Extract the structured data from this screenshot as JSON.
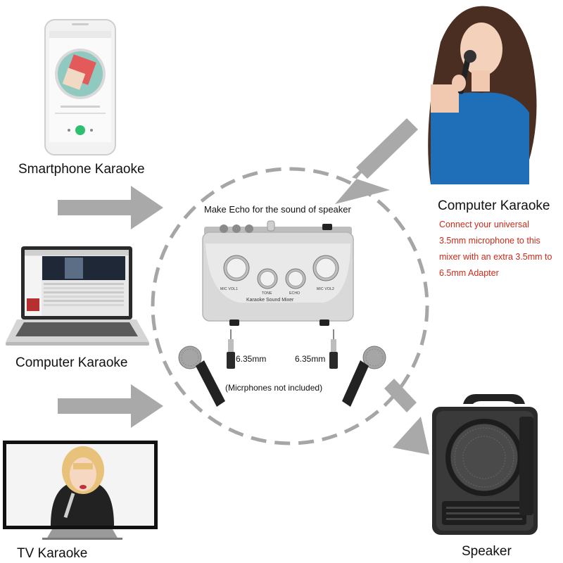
{
  "labels": {
    "smartphone": "Smartphone Karaoke",
    "computer_left": "Computer Karaoke",
    "tv": "TV Karaoke",
    "computer_right": "Computer Karaoke",
    "speaker": "Speaker",
    "echo_caption": "Make Echo for the sound of speaker",
    "jack_left": "6.35mm",
    "jack_right": "6.35mm",
    "mic_note": "(Micrphones not included)"
  },
  "adapter_note": [
    "Connect your universal",
    "3.5mm microphone to this",
    "mixer with an extra 3.5mm to",
    "6.5mm Adapter"
  ],
  "mixer": {
    "name": "Karaoke Sound Mixer",
    "knobs": [
      "MIC VOL1",
      "TONE",
      "ECHO",
      "MIC VOL2"
    ]
  },
  "colors": {
    "arrow": "#a9a9a9",
    "dashed_circle": "#a6a6a6",
    "note_red": "#cc2a1a"
  }
}
